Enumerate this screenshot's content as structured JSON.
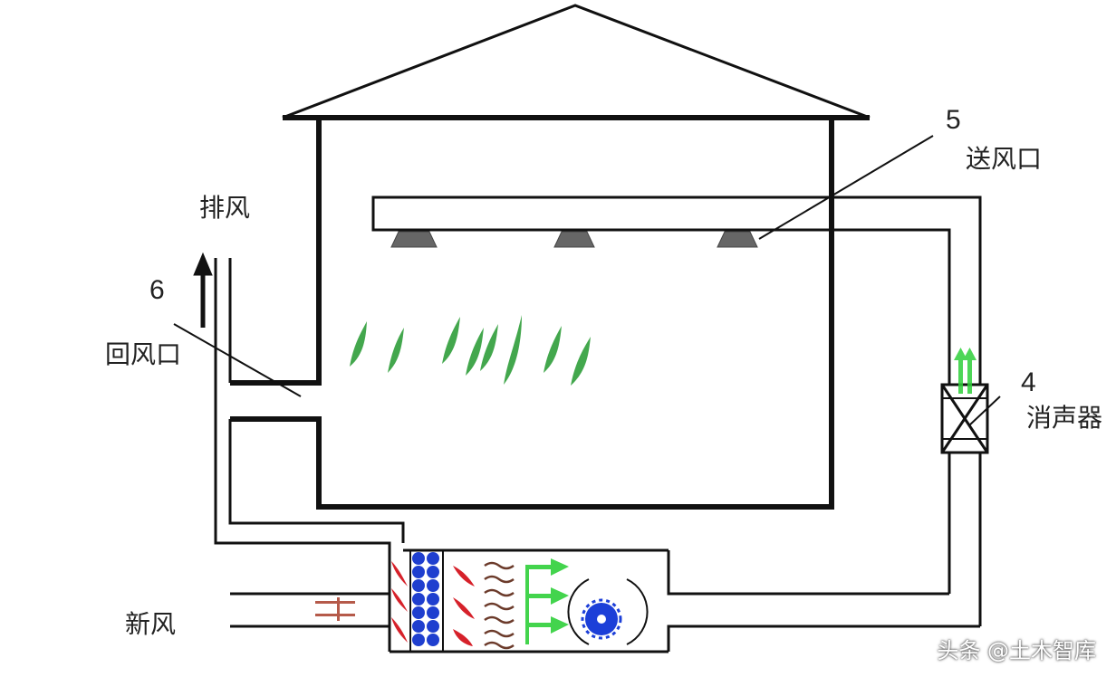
{
  "labels": {
    "exhaust": "排风",
    "return_num": "6",
    "return_vent": "回风口",
    "supply_num": "5",
    "supply_vent": "送风口",
    "silencer_num": "4",
    "silencer": "消声器",
    "fresh_air": "新风"
  },
  "watermark": "头条 @土木智库",
  "colors": {
    "line": "#111111",
    "plants": "#2f9e3a",
    "filter_red": "#d6212a",
    "filter_blue": "#1f3fcf",
    "coil_brown": "#6b3a2a",
    "arrow_green": "#2fd03a",
    "fan_blue": "#1c3fd8",
    "diffuser": "#666666"
  }
}
